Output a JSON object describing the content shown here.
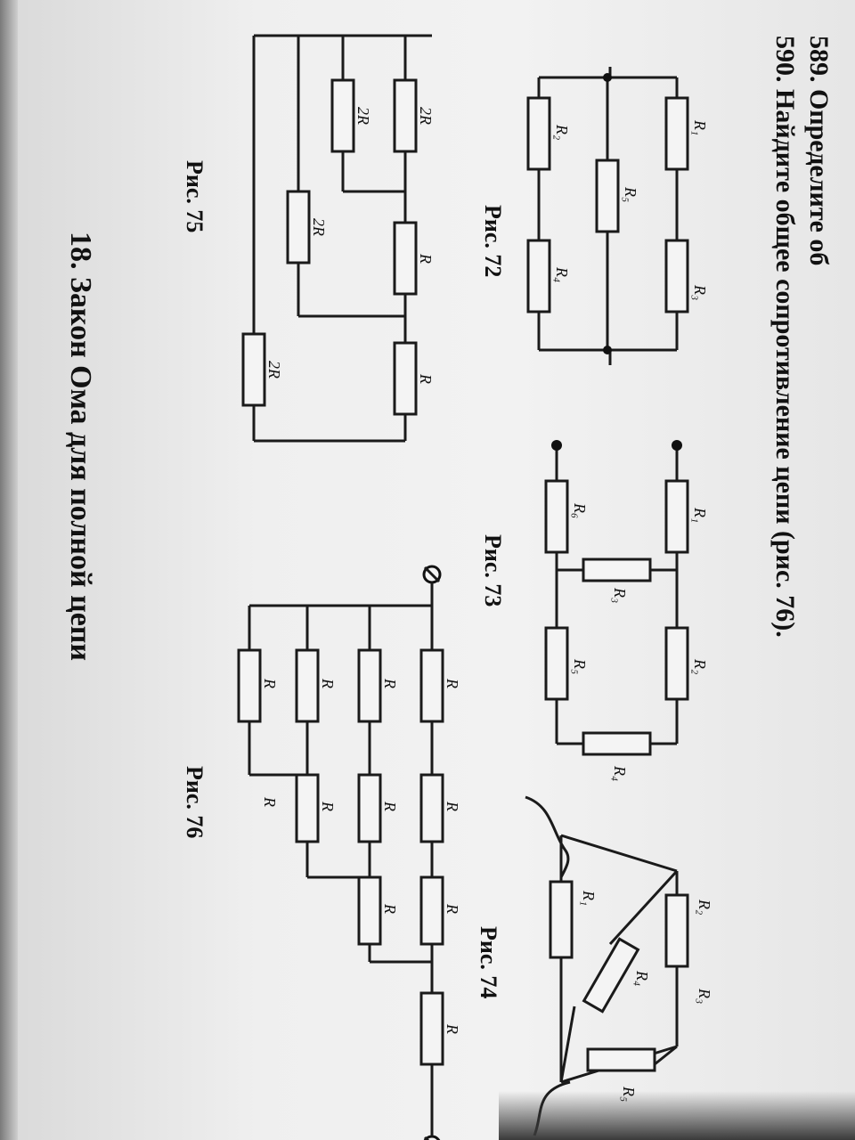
{
  "problems": [
    {
      "text": "589. Определите об"
    },
    {
      "text": "590. Найдите общее сопротивление цепи (рис. 76)."
    }
  ],
  "section_title": "18. Закон Ома для полной цепи",
  "figures": {
    "fig72": {
      "caption": "Рис. 72",
      "labels": [
        "R₁",
        "R₃",
        "R₂",
        "R₄",
        "R₅"
      ]
    },
    "fig73": {
      "caption": "Рис. 73",
      "labels": [
        "R₁",
        "R₂",
        "R₆",
        "R₃",
        "R₅",
        "R₄"
      ]
    },
    "fig74": {
      "caption": "Рис. 74",
      "labels": [
        "R₂",
        "R₃",
        "R₁",
        "R₄",
        "R₅"
      ]
    },
    "fig75": {
      "caption": "Рис. 75",
      "labels": [
        "2R",
        "2R",
        "R",
        "R",
        "2R",
        "2R"
      ]
    },
    "fig76": {
      "caption": "Рис. 76",
      "labels": [
        "R",
        "R",
        "R",
        "R",
        "R",
        "R",
        "R",
        "R",
        "R",
        "R",
        "R"
      ]
    }
  }
}
